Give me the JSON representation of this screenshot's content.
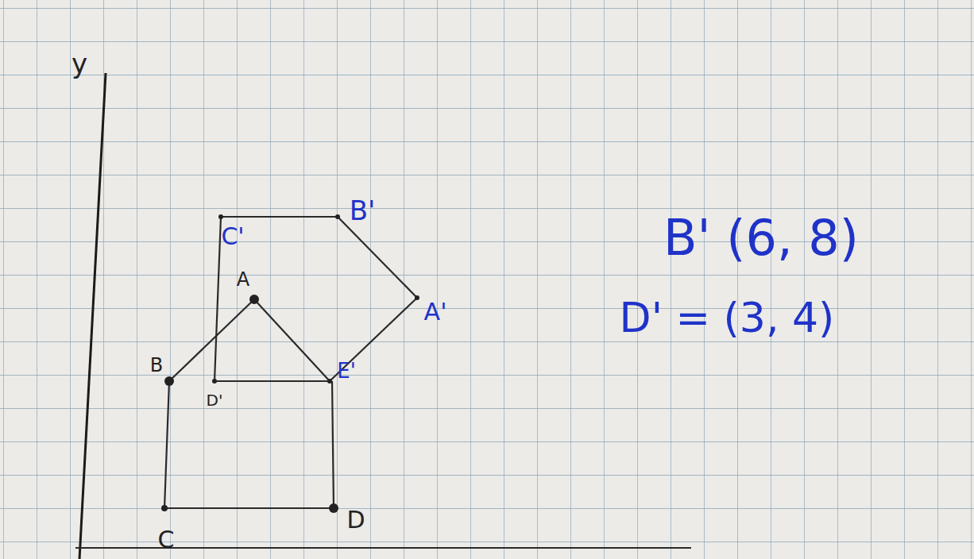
{
  "diagram": {
    "labels": [
      "y",
      "C'",
      "B'",
      "A",
      "A'",
      "B",
      "D'",
      "E'",
      "C",
      "D",
      "B' (6, 8)",
      "D' = (3, 4)"
    ]
  }
}
